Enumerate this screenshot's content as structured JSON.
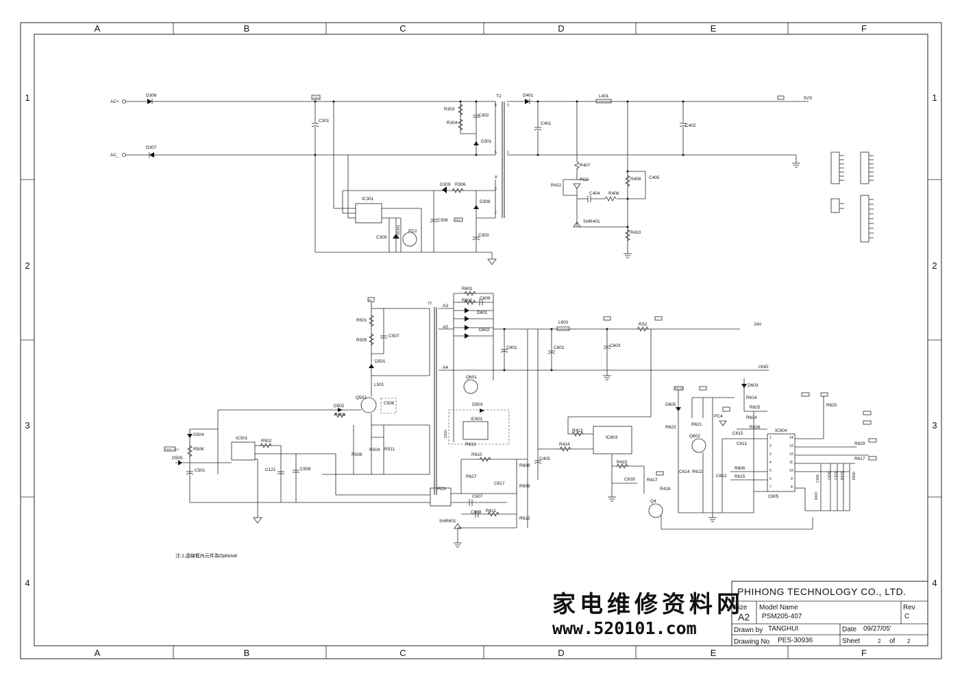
{
  "zones": {
    "columns": [
      "A",
      "B",
      "C",
      "D",
      "E",
      "F"
    ],
    "rows": [
      "1",
      "2",
      "3",
      "4"
    ]
  },
  "title_block": {
    "company": "PHIHONG TECHNOLOGY CO., LTD.",
    "size_label": "Size",
    "size_value": "A2",
    "model_label": "Model Name",
    "model_value": "PSM205-407",
    "rev_label": "Rev",
    "rev_value": "C",
    "drawn_label": "Drawn by",
    "drawn_value": "TANGHUI",
    "date_label": "Date",
    "date_value": "09/27/05'",
    "drawing_label": "Drawing No",
    "drawing_value": "PES-30936",
    "sheet_label": "Sheet",
    "sheet_num": "2",
    "sheet_of": "of",
    "sheet_total": "2"
  },
  "watermark": {
    "chinese": "家电维修资料网",
    "url": "www.520101.com"
  },
  "note": "注:1.虛線框內元件為Optional",
  "nets": {
    "ac_plus": "AC+",
    "ac_minus": "AC_",
    "out_5v": "5VS",
    "out_24v": "24V",
    "gnd": "GND",
    "pwm_vcc": "PWM_VCC",
    "b_plus": "B+",
    "ps_on": "PS-ON",
    "vcc": "VCC"
  },
  "components": {
    "d306": "D306",
    "d307": "D307",
    "c301": "C301",
    "c301plus": "C301+",
    "r303": "R303",
    "r304": "R304",
    "c302": "C302",
    "d301": "D301",
    "t2": "T2",
    "d401": "D401",
    "c401": "C401",
    "l401": "L401",
    "c402": "C402",
    "r407": "R407",
    "r411": "R411",
    "pc2a": "PC2",
    "c404": "C404",
    "r408": "R408",
    "r409": "R409",
    "c405": "C405",
    "shr401": "SHR401",
    "r410": "R410",
    "ic301": "IC301",
    "d309": "D309",
    "r306": "R306",
    "d308": "D308",
    "c308": "C308",
    "c303": "C303",
    "c309": "C309",
    "zd301": "ZD301",
    "pc2b": "PC2",
    "r601": "R601",
    "r602": "R602",
    "c609": "C609",
    "d601": "D601",
    "d602": "D602",
    "a3": "A3",
    "a5": "A5",
    "a4": "A4",
    "l601": "L601",
    "rs2": "RS2",
    "c601": "C601",
    "c602": "C602",
    "c603": "C603",
    "t3": "T3",
    "r501": "R501",
    "r505": "R505",
    "c507": "C507",
    "d501": "D501",
    "l501": "L501",
    "q501": "Q501",
    "c506": "C506",
    "d502": "D502",
    "r503": "R503",
    "d504": "D504",
    "r506": "R506",
    "d505": "D505",
    "c501": "C501",
    "ic501": "IC501",
    "r502": "R502",
    "c121": "C121",
    "c508": "C508",
    "r508": "R508",
    "r504": "R504",
    "r511": "R511",
    "q601": "Q601",
    "d503": "D503",
    "ic601": "IC601",
    "c610": "C610",
    "r613": "R613",
    "r610": "R610",
    "r627": "R627",
    "r608": "R608",
    "c617": "C617",
    "r609": "R609",
    "pc3": "PC3",
    "c607": "C607",
    "c608": "C608",
    "r611": "R611",
    "shr601": "SHR601",
    "r612": "R612",
    "r413": "R413",
    "r414": "R414",
    "c403": "C403",
    "ic603": "IC603",
    "r415": "R415",
    "c618": "C618",
    "r417": "R417",
    "r418": "R418",
    "q4": "Q4",
    "d605": "D605",
    "r623": "R623",
    "q602": "Q602",
    "r621": "R621",
    "c614": "C614",
    "r622": "R622",
    "d603": "D603",
    "r614": "R614",
    "r625": "R625",
    "r624": "R624",
    "r626": "R626",
    "pc4": "PC4",
    "c615": "C615",
    "c611": "C611",
    "c612": "C612",
    "r606": "R606",
    "r615": "R615",
    "ic604": "IC604",
    "c605": "C605",
    "r620": "R620",
    "r629": "R629",
    "r617": "R617",
    "r607": "R607",
    "c606": "C606",
    "c616": "C616",
    "c619": "C619",
    "r619": "R619",
    "r630": "R630"
  }
}
